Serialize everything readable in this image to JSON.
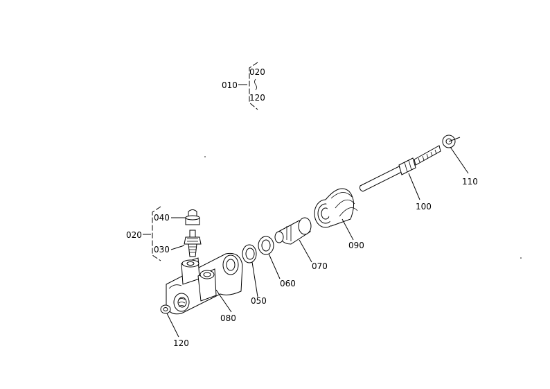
{
  "diagram": {
    "callouts": {
      "c010": "010",
      "c020_top": "020",
      "c120_top": "120",
      "c020_left": "020",
      "c040": "040",
      "c030": "030",
      "c050": "050",
      "c060": "060",
      "c070": "070",
      "c080": "080",
      "c090": "090",
      "c100": "100",
      "c110": "110",
      "c120": "120"
    },
    "range_symbol": "{"
  }
}
